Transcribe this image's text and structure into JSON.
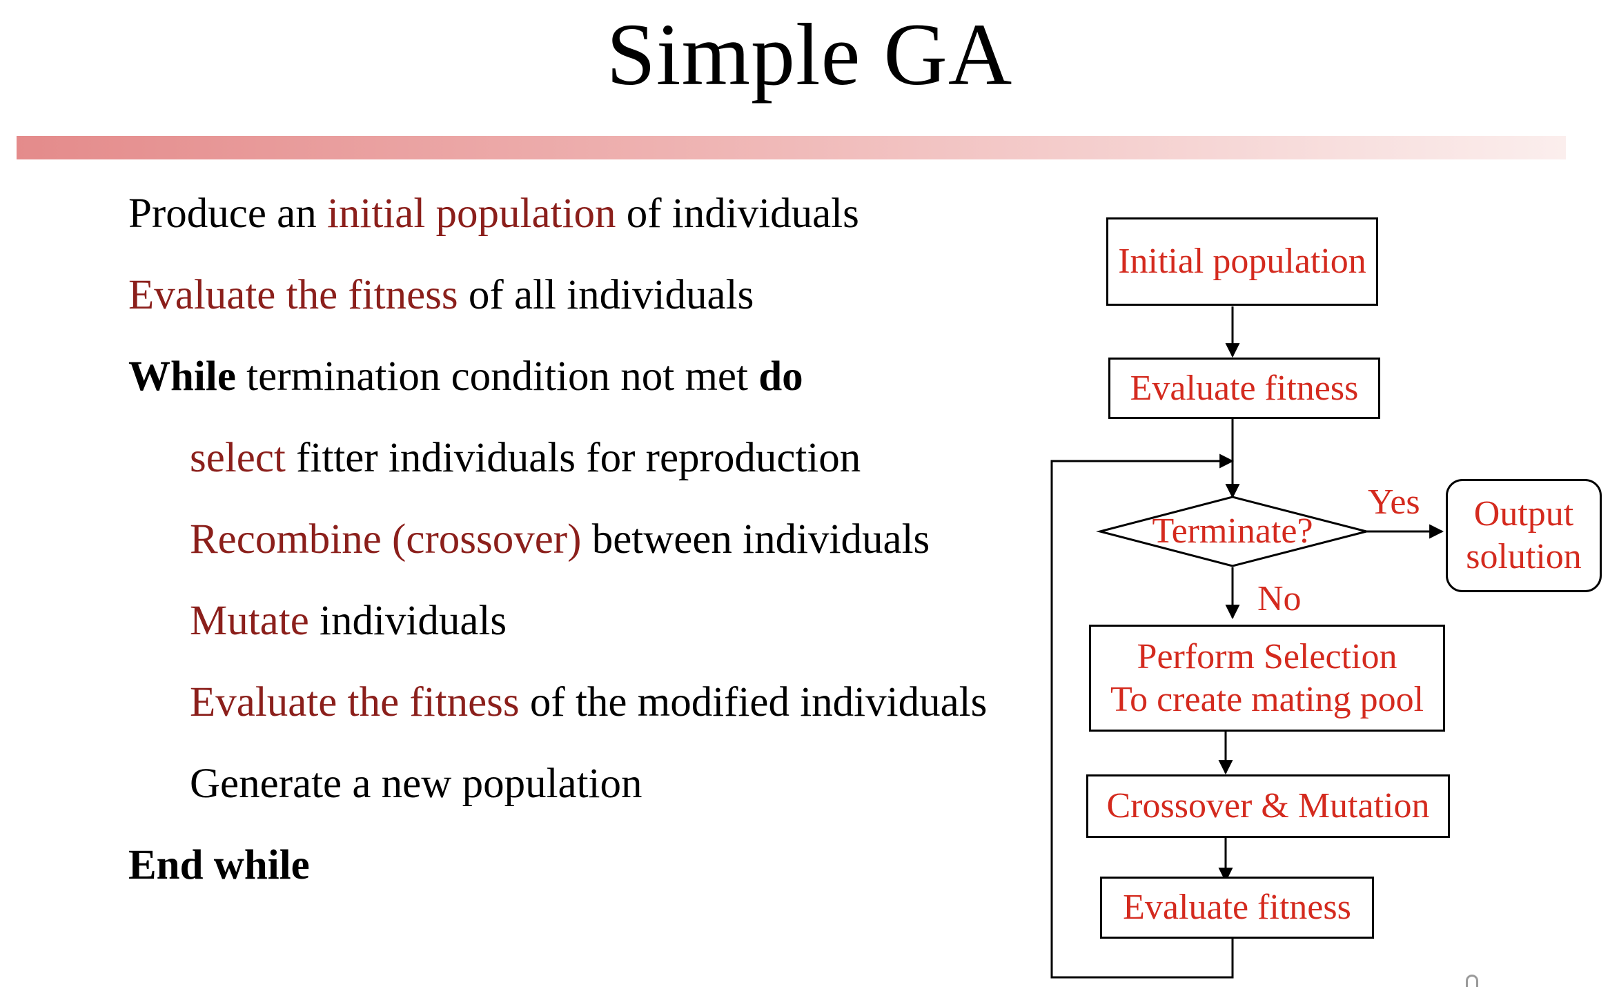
{
  "title": "Simple GA",
  "pseudocode": {
    "l1": {
      "a": "Produce an ",
      "b": "initial population",
      "c": " of individuals"
    },
    "l2": {
      "a": "Evaluate the fitness",
      "b": " of all individuals"
    },
    "l3": {
      "a": "While",
      "b": " termination condition not met ",
      "c": "do"
    },
    "l4": {
      "a": "select",
      "b": " fitter individuals for reproduction"
    },
    "l5": {
      "a": "Recombine (crossover)",
      "b": " between individuals"
    },
    "l6": {
      "a": "Mutate",
      "b": " individuals"
    },
    "l7": {
      "a": "Evaluate the fitness",
      "b": " of the modified individuals"
    },
    "l8": {
      "a": "Generate a new population"
    },
    "l9": {
      "a": "End while"
    }
  },
  "flowchart": {
    "initial_population": "Initial population",
    "evaluate_fitness_1": "Evaluate fitness",
    "terminate": "Terminate?",
    "yes": "Yes",
    "no": "No",
    "output_line1": "Output",
    "output_line2": "solution",
    "selection_line1": "Perform Selection",
    "selection_line2": "To create mating pool",
    "crossover_mutation": "Crossover & Mutation",
    "evaluate_fitness_2": "Evaluate fitness"
  },
  "colors": {
    "keyword_text": "#8b1f1b",
    "flowchart_text": "#d42a1e",
    "title_bar_start": "#e48b8b",
    "title_bar_end": "#fbeeed"
  }
}
